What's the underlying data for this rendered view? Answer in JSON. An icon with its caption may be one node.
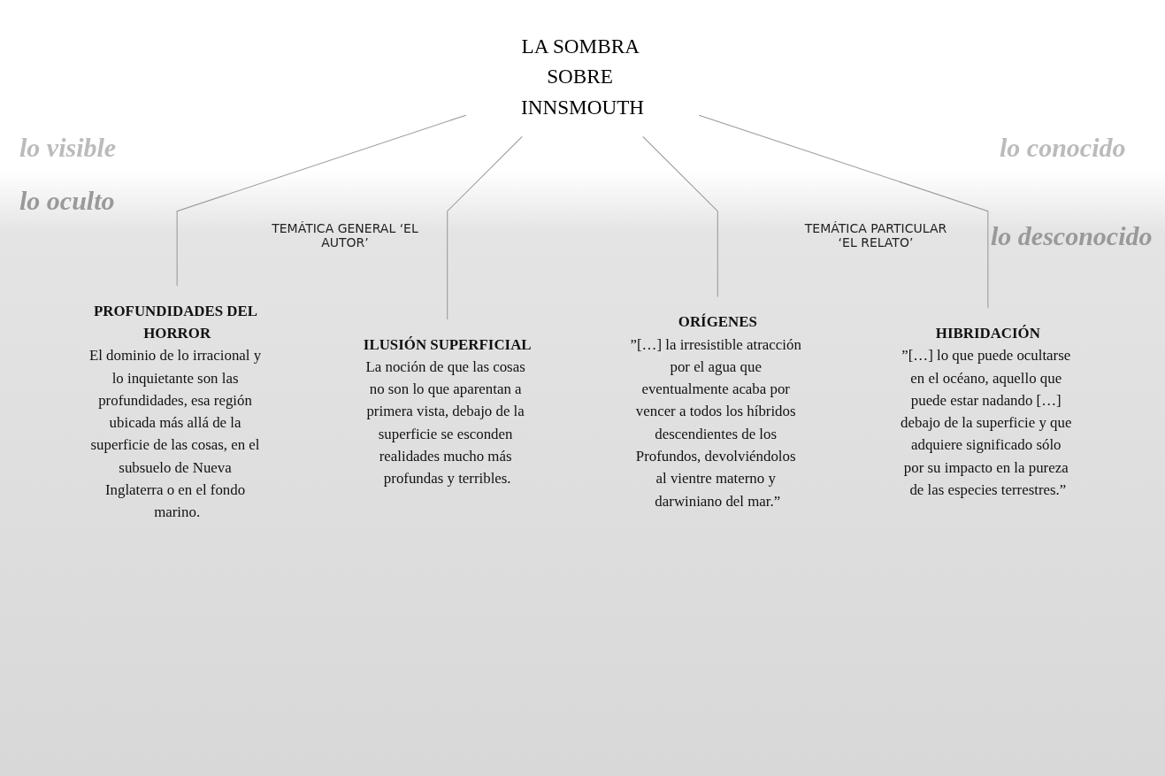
{
  "diagram": {
    "nodes": [
      {
        "text": [
          "LA SOMBRA SOBRE INNSMOUTH"
        ]
      },
      {
        "text": [
          "PROFUNDIDADES DEL HORROR",
          "El dominio de lo irracional y lo inquietante son las profundidades, esa región ubicada más allá de la superficie de las cosas, en el subsuelo de Nueva Inglaterra o en el fondo marino."
        ]
      },
      {
        "text": [
          "ILUSIÓN SUPERFICIAL",
          "La noción de que las cosas no son lo que aparentan a primera vista, debajo de la superficie se esconden realidades mucho más profundas y terribles."
        ]
      },
      {
        "text": [
          "ORÍGENES",
          "”[…] la irresistible atracción por el agua que eventualmente acaba por vencer a todos los híbridos descendientes de los Profundos, devolviéndolos al vientre materno y darwiniano del mar.”"
        ]
      },
      {
        "text": [
          "HIBRIDACIÓN",
          "”[…] lo que puede ocultarse en el océano, aquello que puede estar nadando […] debajo de la superficie y que adquiere significado sólo por su impacto en la pureza de las especies terrestres.”"
        ]
      }
    ],
    "edges": [
      {
        "from": 0,
        "to": 1,
        "arrow": "none"
      },
      {
        "from": 0,
        "to": 2,
        "arrow": "none"
      },
      {
        "from": 0,
        "to": 3,
        "arrow": "none"
      },
      {
        "from": 0,
        "to": 4,
        "arrow": "none"
      }
    ],
    "labels": [
      "lo visible",
      "lo conocido",
      "lo oculto",
      "lo desconocido",
      "TEMÁTICA GENERAL ‘EL AUTOR’",
      "TEMÁTICA PARTICULAR ‘EL RELATO’"
    ]
  }
}
